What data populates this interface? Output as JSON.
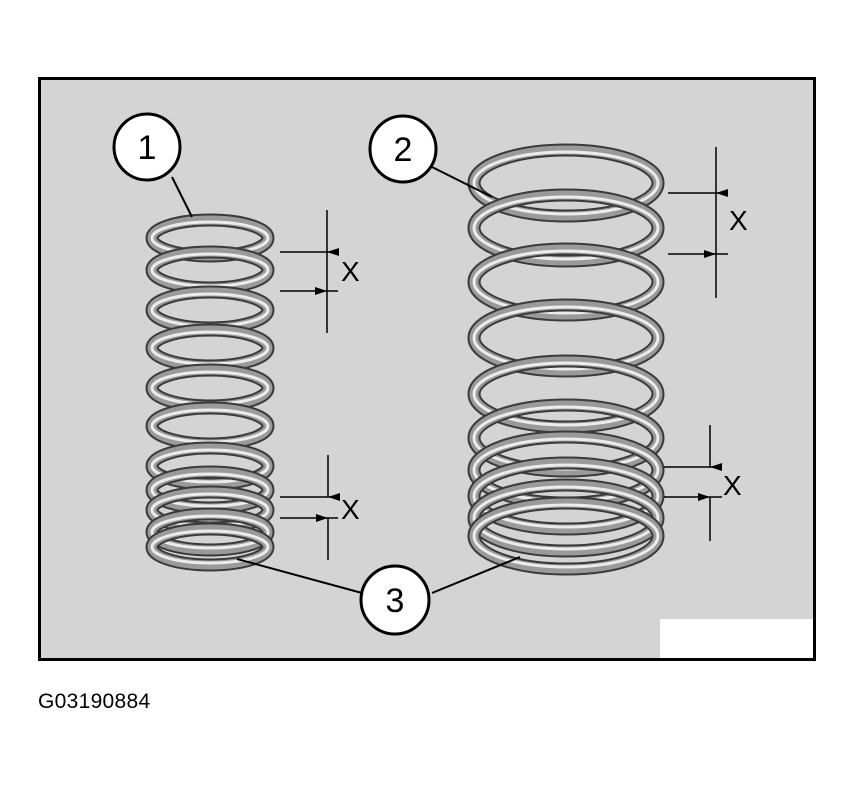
{
  "figure": {
    "id_code": "G03190884",
    "callouts": [
      "1",
      "2",
      "3"
    ],
    "dimension_label": "X"
  },
  "colors": {
    "panel_background": "#d4d4d4",
    "frame": "#000000",
    "spring_mid": "#9a9a9a",
    "spring_highlight": "#ececec",
    "spring_shadow": "#3a3a3a"
  }
}
